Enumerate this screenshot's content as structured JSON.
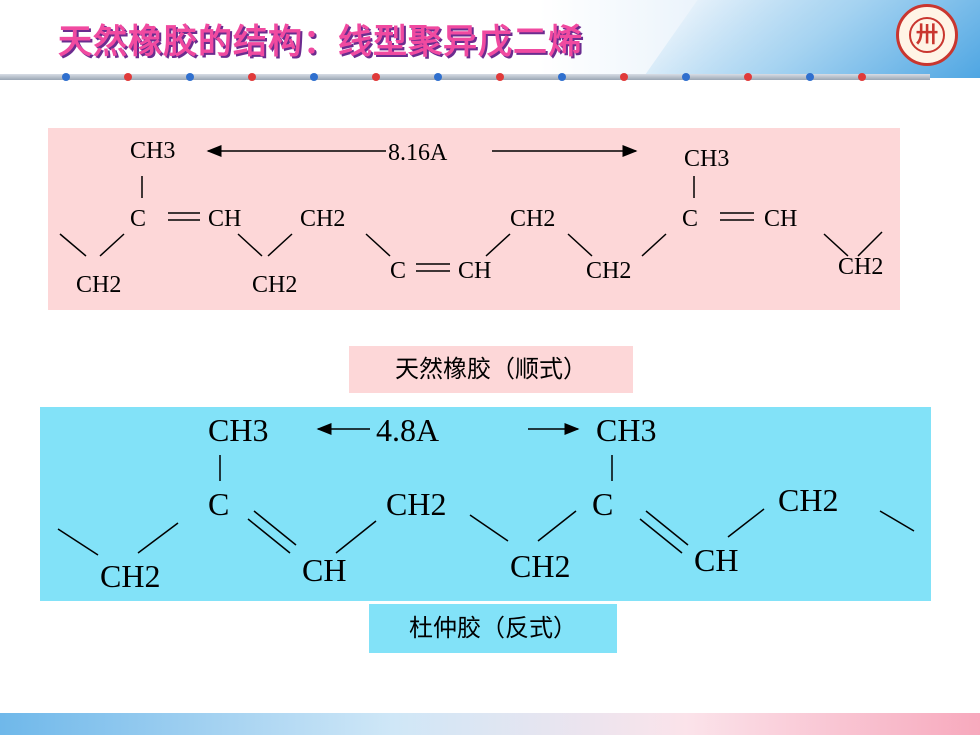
{
  "slide": {
    "title": "天然橡胶的结构：线型聚异戊二烯",
    "logo_glyph": "卅"
  },
  "diagram_natural": {
    "caption": "天然橡胶（顺式）",
    "distance": "8.16A",
    "labels": {
      "ch3_left": "CH3",
      "ch3_right": "CH3",
      "c1": "C",
      "ch1": "CH",
      "ch2_top1": "CH2",
      "ch2_top2": "CH2",
      "c2": "C",
      "ch2_mid": "CH",
      "ch2_bot1": "CH2",
      "ch2_bot2": "CH2",
      "ch2_bot3": "CH2",
      "c3": "C",
      "ch3": "CH",
      "ch2_end": "CH2"
    }
  },
  "diagram_gutta": {
    "caption": "杜仲胶（反式）",
    "distance": "4.8A",
    "labels": {
      "ch3_left": "CH3",
      "ch3_right": "CH3",
      "c1": "C",
      "ch2_top1": "CH2",
      "c2": "C",
      "ch2_top2": "CH2",
      "ch2_bot1": "CH2",
      "ch_bot1": "CH",
      "ch2_bot2": "CH2",
      "ch_bot2": "CH"
    }
  },
  "colors": {
    "pink_panel": "#fdd7d8",
    "cyan_panel": "#82e2f8",
    "title_pink": "#f04aa0"
  }
}
